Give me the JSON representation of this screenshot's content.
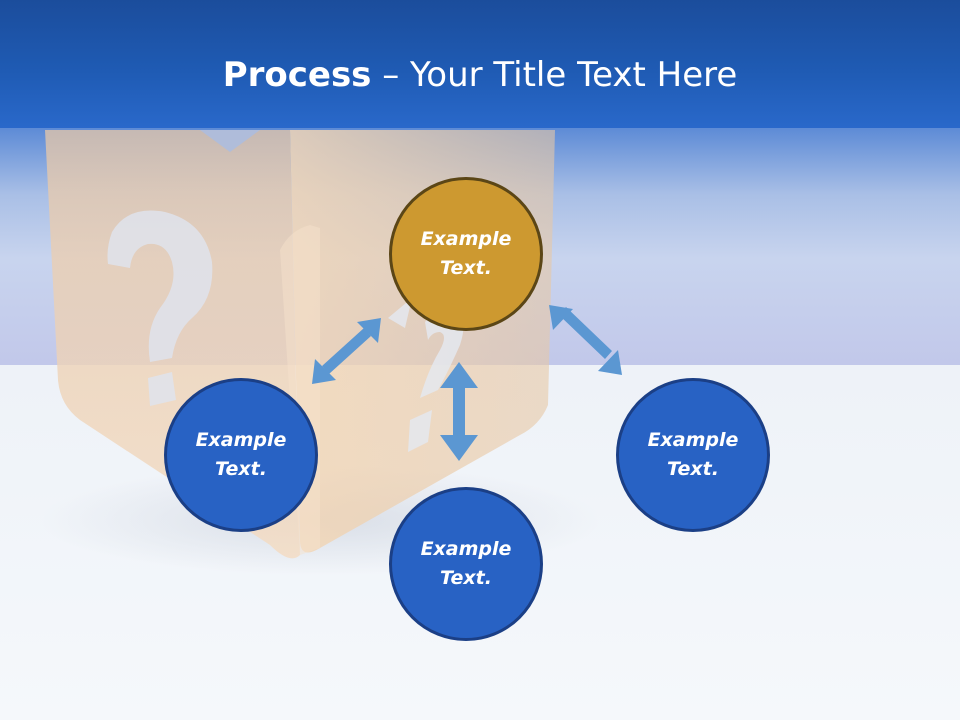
{
  "slide": {
    "title_bold": "Process",
    "title_rest": " – Your Title Text Here"
  },
  "nodes": {
    "top": {
      "label": "Example\nText."
    },
    "left": {
      "label": "Example\nText."
    },
    "bottom": {
      "label": "Example\nText."
    },
    "right": {
      "label": "Example\nText."
    }
  },
  "colors": {
    "title_bar": "#1f5bb4",
    "node_blue": "#2862c4",
    "node_gold": "#cd9930",
    "arrow": "#5b97d2"
  },
  "icons": {
    "background": "question-mark-cube-icon",
    "connectors": "double-headed-arrow-icon"
  }
}
